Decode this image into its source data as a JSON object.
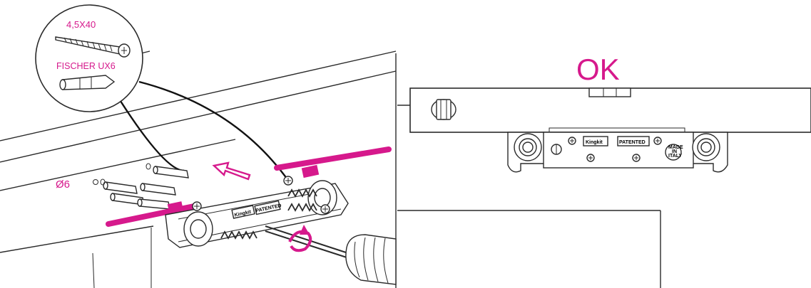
{
  "left_panel": {
    "screw_size": "4,5X40",
    "anchor_type": "FISCHER UX6",
    "hole_diameter": "Ø6"
  },
  "right_panel": {
    "status": "OK"
  },
  "bracket": {
    "brand_mark": "Kingkit",
    "patent_mark": "PATENTED",
    "origin_mark_line1": "MADE",
    "origin_mark_line2": "IN",
    "origin_mark_line3": "ITALY"
  },
  "colors": {
    "accent": "#d6198c",
    "line": "#2a2a2a"
  }
}
